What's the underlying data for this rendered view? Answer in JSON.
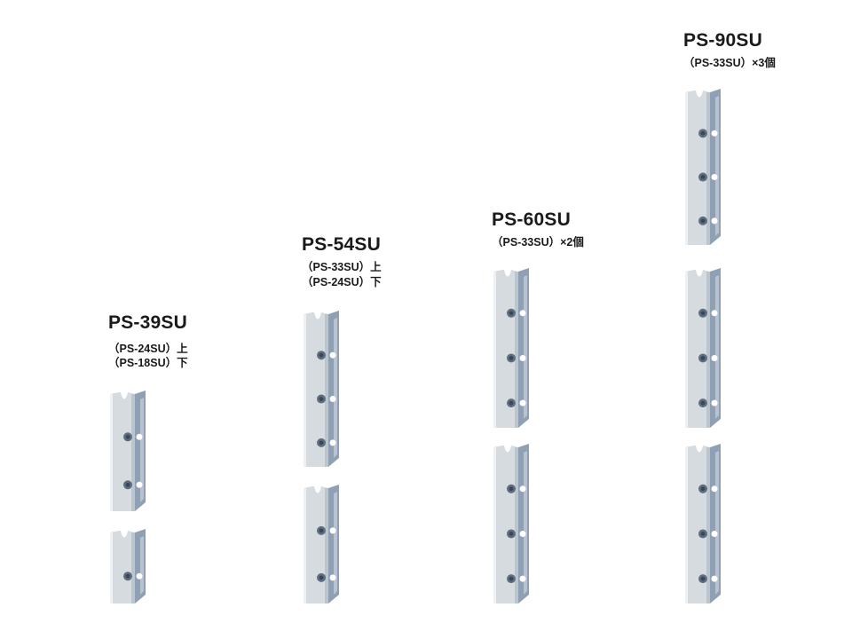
{
  "products": [
    {
      "title": "PS-39SU",
      "lines": [
        "（PS-24SU）上",
        "（PS-18SU）下"
      ],
      "segments": [
        2,
        1
      ]
    },
    {
      "title": "PS-54SU",
      "lines": [
        "（PS-33SU）上",
        "（PS-24SU）下"
      ],
      "segments": [
        3,
        2
      ]
    },
    {
      "title": "PS-60SU",
      "lines": [
        "（PS-33SU）×2個"
      ],
      "segments": [
        3,
        3
      ]
    },
    {
      "title": "PS-90SU",
      "lines": [
        "（PS-33SU）×3個"
      ],
      "segments": [
        3,
        3,
        3
      ]
    }
  ],
  "colors": {
    "front": "#d6dbe0",
    "side": "#8fa0b4",
    "hole": "#5e6e80"
  }
}
